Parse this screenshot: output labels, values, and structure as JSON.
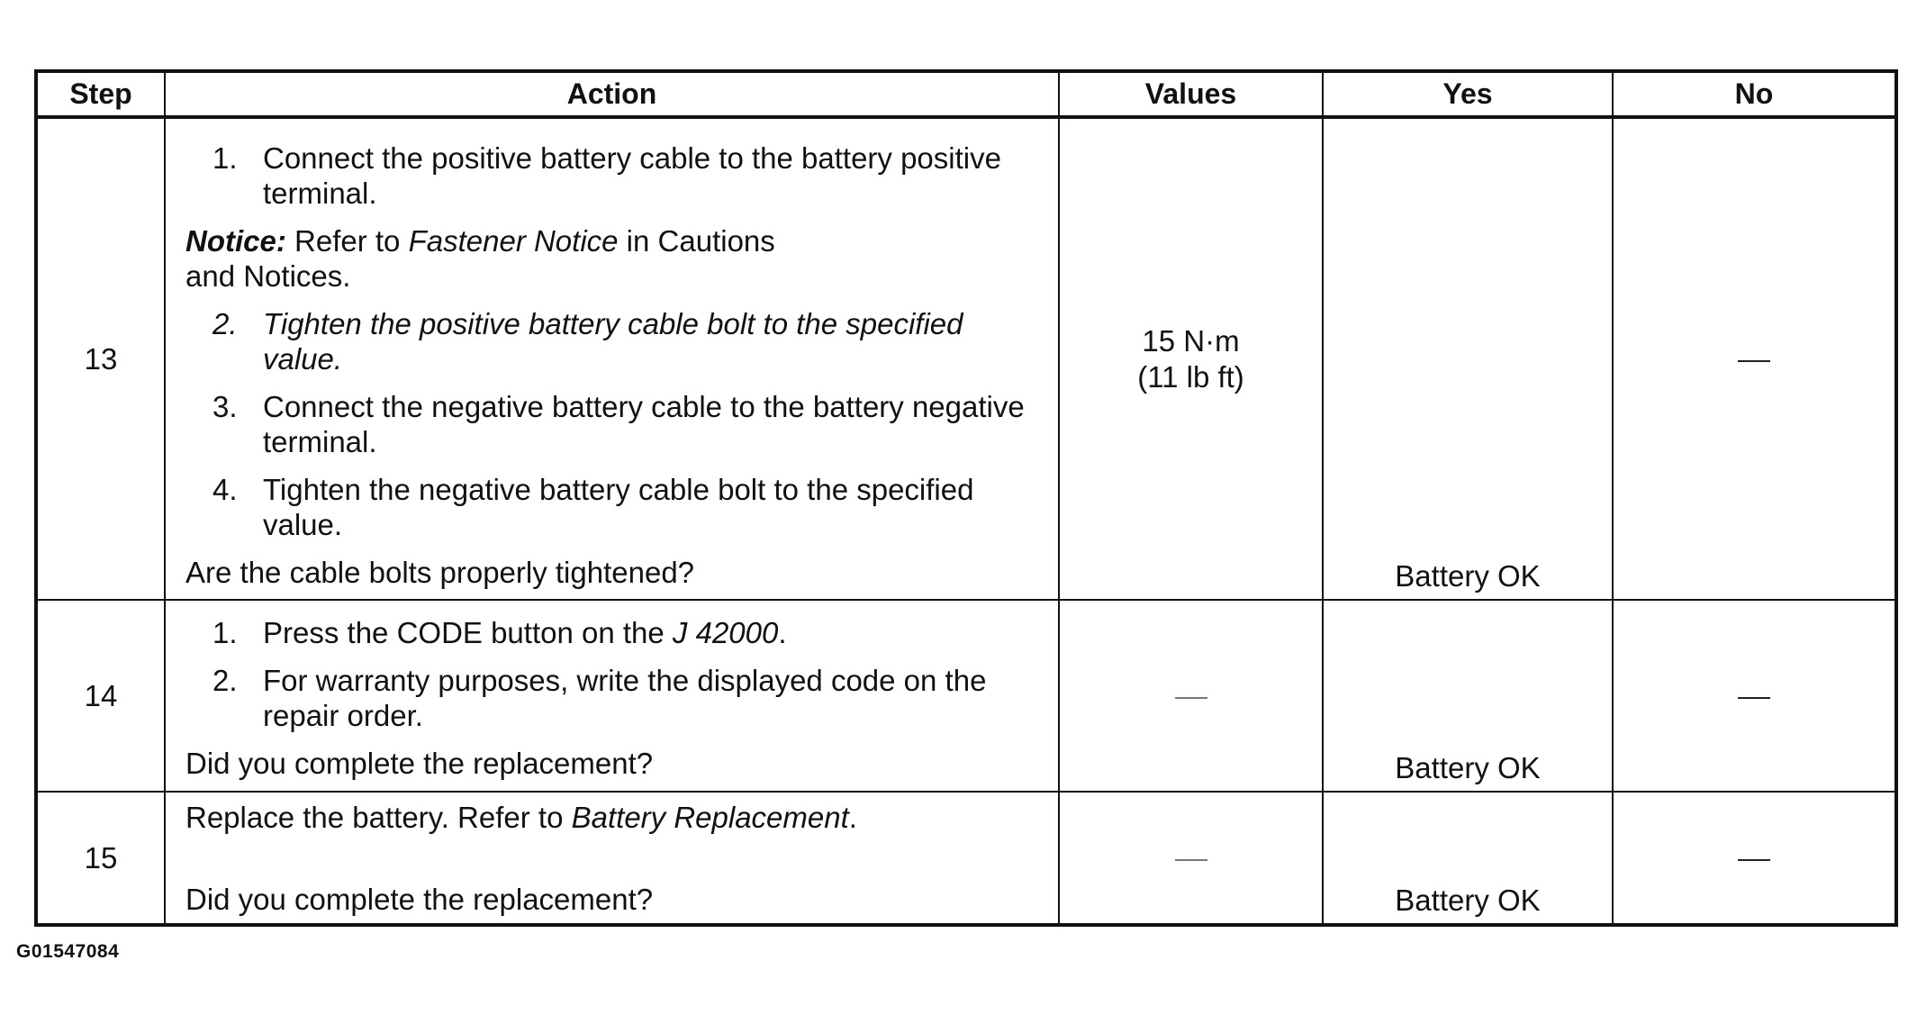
{
  "table": {
    "headers": {
      "step": "Step",
      "action": "Action",
      "values": "Values",
      "yes": "Yes",
      "no": "No"
    },
    "rows": [
      {
        "step": "13",
        "item1_num": "1.",
        "item1_text": "Connect the positive battery cable to the battery positive terminal.",
        "notice_label": "Notice:",
        "notice_pre": " Refer to ",
        "notice_em": "Fastener Notice",
        "notice_post1": " in Cautions",
        "notice_post2": "and Notices.",
        "item2_num": "2.",
        "item2_text": "Tighten the positive battery cable bolt to the specified value.",
        "item3_num": "3.",
        "item3_text": "Connect the negative battery cable to the battery negative terminal.",
        "item4_num": "4.",
        "item4_text": "Tighten the negative battery cable bolt to the specified value.",
        "question": "Are the cable bolts properly tightened?",
        "values_line1": "15 N·m",
        "values_line2": "(11 lb ft)",
        "yes": "Battery OK",
        "no": "—"
      },
      {
        "step": "14",
        "item1_num": "1.",
        "item1_pre": "Press the CODE button on the ",
        "item1_em": "J 42000",
        "item1_post": ".",
        "item2_num": "2.",
        "item2_text": "For warranty purposes, write the displayed code on the repair order.",
        "question": "Did you complete the replacement?",
        "values": "—",
        "yes": "Battery OK",
        "no": "—"
      },
      {
        "step": "15",
        "line1_pre": "Replace the battery. Refer to ",
        "line1_em": "Battery Replacement",
        "line1_post": ".",
        "question": "Did you complete the replacement?",
        "values": "—",
        "yes": "Battery OK",
        "no": "—"
      }
    ]
  },
  "figure_id": "G01547084"
}
